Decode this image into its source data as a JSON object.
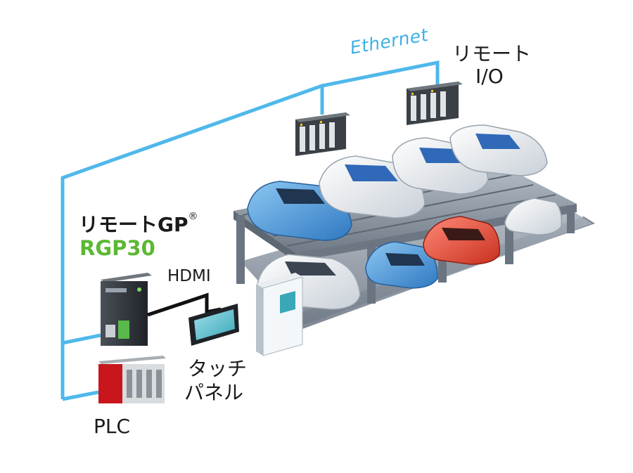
{
  "labels": {
    "ethernet": "Ethernet",
    "remote_io_line1": "リモート",
    "remote_io_line2": "I/O",
    "remote_gp": "リモートGP",
    "registered_mark": "®",
    "rgp_model": "RGP30",
    "hdmi": "HDMI",
    "touch_panel_line1": "タッチ",
    "touch_panel_line2": "パネル",
    "plc": "PLC"
  },
  "colors": {
    "ethernet_line": "#4fb8ea",
    "rgp_green": "#5bb833",
    "hdmi_cable": "#111111",
    "structure_steel": "#8e99a6",
    "car_blue": "#3f8fd6",
    "car_white": "#e9edf1",
    "car_red": "#e2473a",
    "plc_red": "#c9161d"
  },
  "components": [
    "remote-io-module",
    "remote-io-module",
    "rgp30-unit",
    "touch-panel",
    "plc-unit",
    "control-kiosk",
    "parking-structure"
  ]
}
